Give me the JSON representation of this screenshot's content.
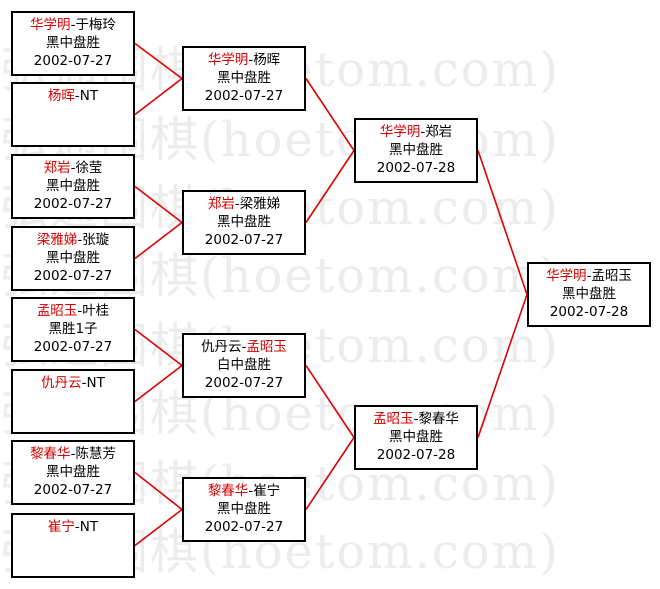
{
  "watermark": "弘通围棋(hoetom.com)",
  "colors": {
    "winner": "#d40000",
    "line": "#e00000",
    "border": "#000000"
  },
  "round1": [
    {
      "p1": "华学明",
      "sep": "-",
      "p2": "于梅玲",
      "winner": 1,
      "result": "黑中盘胜",
      "date": "2002-07-27"
    },
    {
      "p1": "杨晖",
      "sep": "-",
      "p2": "NT",
      "winner": 1,
      "result": "",
      "date": ""
    },
    {
      "p1": "郑岩",
      "sep": "-",
      "p2": "徐莹",
      "winner": 1,
      "result": "黑中盘胜",
      "date": "2002-07-27"
    },
    {
      "p1": "梁雅娣",
      "sep": "-",
      "p2": "张璇",
      "winner": 1,
      "result": "黑中盘胜",
      "date": "2002-07-27"
    },
    {
      "p1": "孟昭玉",
      "sep": "-",
      "p2": "叶桂",
      "winner": 1,
      "result": "黑胜1子",
      "date": "2002-07-27"
    },
    {
      "p1": "仇丹云",
      "sep": "-",
      "p2": "NT",
      "winner": 1,
      "result": "",
      "date": ""
    },
    {
      "p1": "黎春华",
      "sep": "-",
      "p2": "陈慧芳",
      "winner": 1,
      "result": "黑中盘胜",
      "date": "2002-07-27"
    },
    {
      "p1": "崔宁",
      "sep": "-",
      "p2": "NT",
      "winner": 1,
      "result": "",
      "date": ""
    }
  ],
  "round2": [
    {
      "p1": "华学明",
      "sep": "-",
      "p2": "杨晖",
      "winner": 1,
      "result": "黑中盘胜",
      "date": "2002-07-27"
    },
    {
      "p1": "郑岩",
      "sep": "-",
      "p2": "梁雅娣",
      "winner": 1,
      "result": "黑中盘胜",
      "date": "2002-07-27"
    },
    {
      "p1": "仇丹云",
      "sep": "-",
      "p2": "孟昭玉",
      "winner": 2,
      "result": "白中盘胜",
      "date": "2002-07-27"
    },
    {
      "p1": "黎春华",
      "sep": "-",
      "p2": "崔宁",
      "winner": 1,
      "result": "黑中盘胜",
      "date": "2002-07-27"
    }
  ],
  "round3": [
    {
      "p1": "华学明",
      "sep": "-",
      "p2": "郑岩",
      "winner": 1,
      "result": "黑中盘胜",
      "date": "2002-07-28"
    },
    {
      "p1": "孟昭玉",
      "sep": "-",
      "p2": "黎春华",
      "winner": 1,
      "result": "黑中盘胜",
      "date": "2002-07-28"
    }
  ],
  "final": [
    {
      "p1": "华学明",
      "sep": "-",
      "p2": "孟昭玉",
      "winner": 1,
      "result": "黑中盘胜",
      "date": "2002-07-28"
    }
  ]
}
